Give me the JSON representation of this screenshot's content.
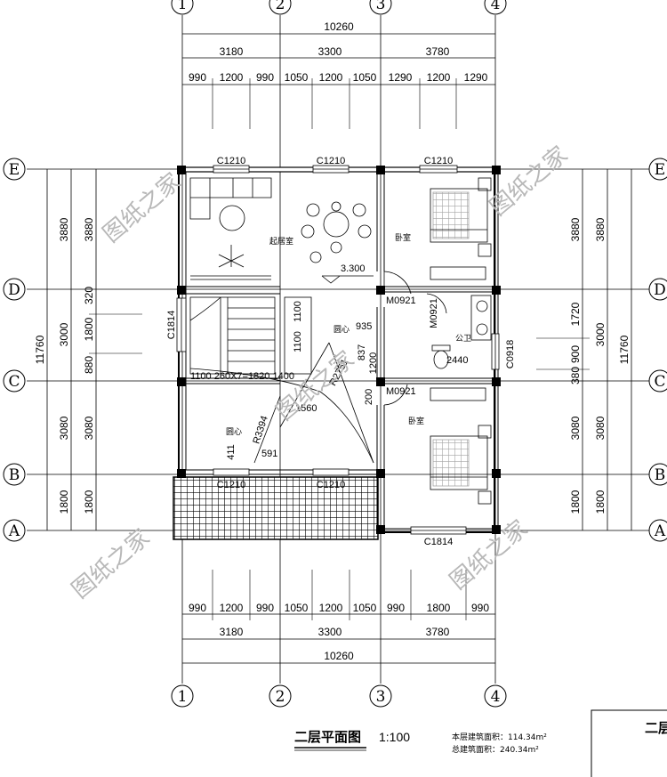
{
  "drawing": {
    "title": "二层平面图",
    "scale": "1:100",
    "area_line1": "本层建筑面积：114.34m²",
    "area_line2": "总建筑面积：240.34m²",
    "titleblock_text": "二层"
  },
  "grid_axes": {
    "numbers": [
      "1",
      "2",
      "3",
      "4"
    ],
    "letters": [
      "E",
      "D",
      "C",
      "B",
      "A"
    ]
  },
  "dimensions": {
    "top_total": "10260",
    "top_spans": [
      "3180",
      "3300",
      "3780"
    ],
    "top_details": [
      "990",
      "1200",
      "990",
      "1050",
      "1200",
      "1050",
      "1290",
      "1200",
      "1290"
    ],
    "bottom_details": [
      "990",
      "1200",
      "990",
      "1050",
      "1200",
      "1050",
      "990",
      "1800",
      "990"
    ],
    "bottom_spans": [
      "3180",
      "3300",
      "3780"
    ],
    "bottom_total": "10260",
    "left_total": "11760",
    "left_spans": [
      "3880",
      "3000",
      "3080",
      "1800"
    ],
    "left_details": [
      "3880",
      "320",
      "1800",
      "880",
      "3080",
      "1800"
    ],
    "right_total": "11760",
    "right_spans": [
      "3880",
      "3000",
      "3080",
      "1800"
    ],
    "right_details": [
      "3880",
      "1720",
      "900",
      "380",
      "3080",
      "1800"
    ]
  },
  "rooms": {
    "living": "起居室",
    "bedroom_north": "卧室",
    "bedroom_south": "卧室",
    "bath": "公卫"
  },
  "annotations": {
    "window_e1": "C1210",
    "window_e2": "C1210",
    "window_e3": "C1210",
    "window_b1": "C1210",
    "window_b2": "C1210",
    "window_west": "C1814",
    "window_south": "C1814",
    "window_bath": "C0918",
    "door_1": "M0921",
    "door_2": "M0921",
    "door_3": "M0921",
    "level": "3.300",
    "stair": "1100 260X7=1820 1400",
    "stair_w1": "1100",
    "stair_w2": "1100",
    "d1": "935",
    "d2": "1200",
    "d3": "2440",
    "d4": "837",
    "r1": "R2751",
    "r2": "R3394",
    "d5": "1560",
    "d6": "591",
    "d7": "411",
    "c1": "圆心",
    "c2": "圆心",
    "wall_note": "200"
  },
  "watermark": "图纸之家"
}
